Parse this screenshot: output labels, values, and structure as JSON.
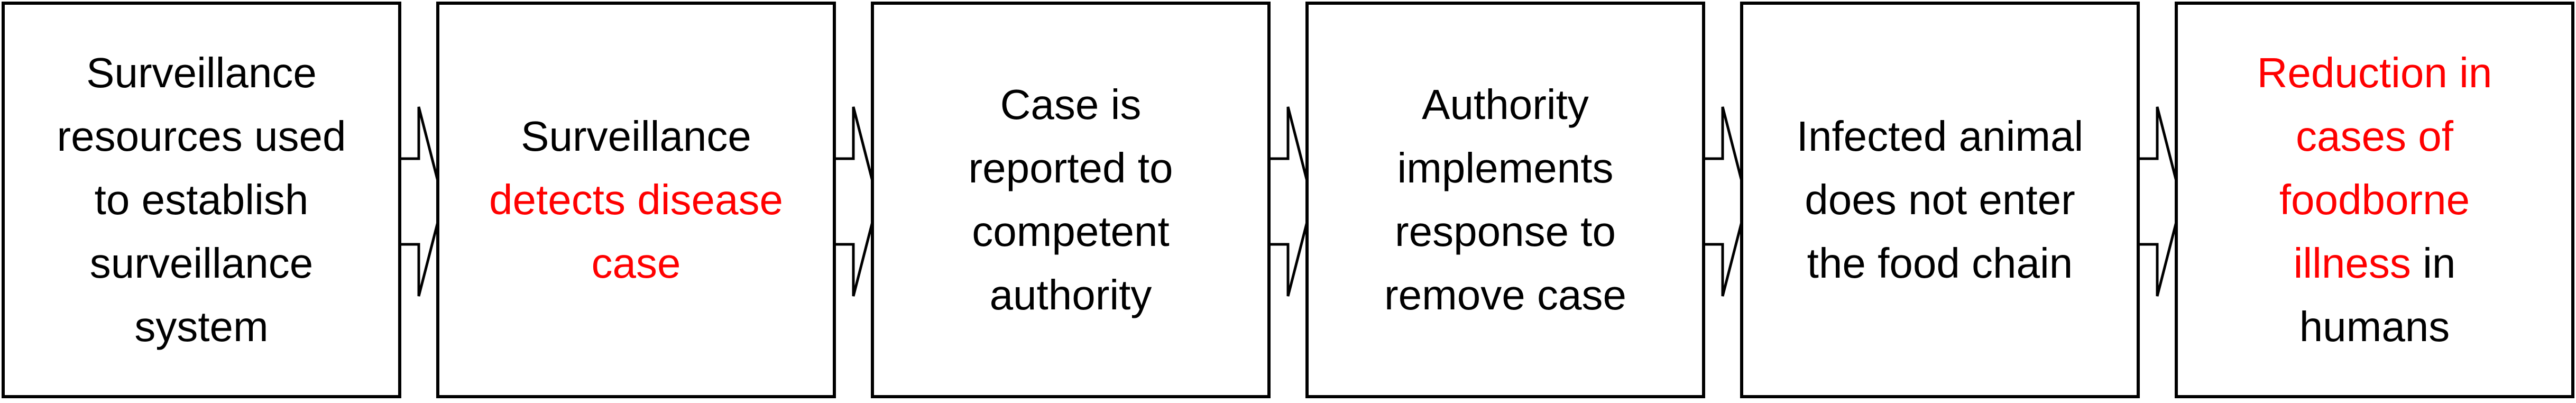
{
  "diagram": {
    "colors": {
      "text": "#000000",
      "highlight": "#ff0000",
      "border": "#000000",
      "background": "#ffffff"
    },
    "boxes": [
      {
        "lines": [
          [
            {
              "text": "Surveillance",
              "highlight": false
            }
          ],
          [
            {
              "text": "resources used",
              "highlight": false
            }
          ],
          [
            {
              "text": "to establish",
              "highlight": false
            }
          ],
          [
            {
              "text": "surveillance",
              "highlight": false
            }
          ],
          [
            {
              "text": "system",
              "highlight": false
            }
          ]
        ]
      },
      {
        "lines": [
          [
            {
              "text": "Surveillance",
              "highlight": false
            }
          ],
          [
            {
              "text": "detects disease",
              "highlight": true
            }
          ],
          [
            {
              "text": "case",
              "highlight": true
            }
          ]
        ]
      },
      {
        "lines": [
          [
            {
              "text": "Case is",
              "highlight": false
            }
          ],
          [
            {
              "text": "reported to",
              "highlight": false
            }
          ],
          [
            {
              "text": "competent",
              "highlight": false
            }
          ],
          [
            {
              "text": "authority",
              "highlight": false
            }
          ]
        ]
      },
      {
        "lines": [
          [
            {
              "text": "Authority",
              "highlight": false
            }
          ],
          [
            {
              "text": "implements",
              "highlight": false
            }
          ],
          [
            {
              "text": "response to",
              "highlight": false
            }
          ],
          [
            {
              "text": "remove case",
              "highlight": false
            }
          ]
        ]
      },
      {
        "lines": [
          [
            {
              "text": "Infected animal",
              "highlight": false
            }
          ],
          [
            {
              "text": "does not enter",
              "highlight": false
            }
          ],
          [
            {
              "text": "the food chain",
              "highlight": false
            }
          ]
        ]
      },
      {
        "lines": [
          [
            {
              "text": "Reduction in",
              "highlight": true
            }
          ],
          [
            {
              "text": "cases of",
              "highlight": true
            }
          ],
          [
            {
              "text": "foodborne",
              "highlight": true
            }
          ],
          [
            {
              "text": "illness",
              "highlight": true
            },
            {
              "text": " in",
              "highlight": false
            }
          ],
          [
            {
              "text": "humans",
              "highlight": false
            }
          ]
        ]
      }
    ]
  }
}
